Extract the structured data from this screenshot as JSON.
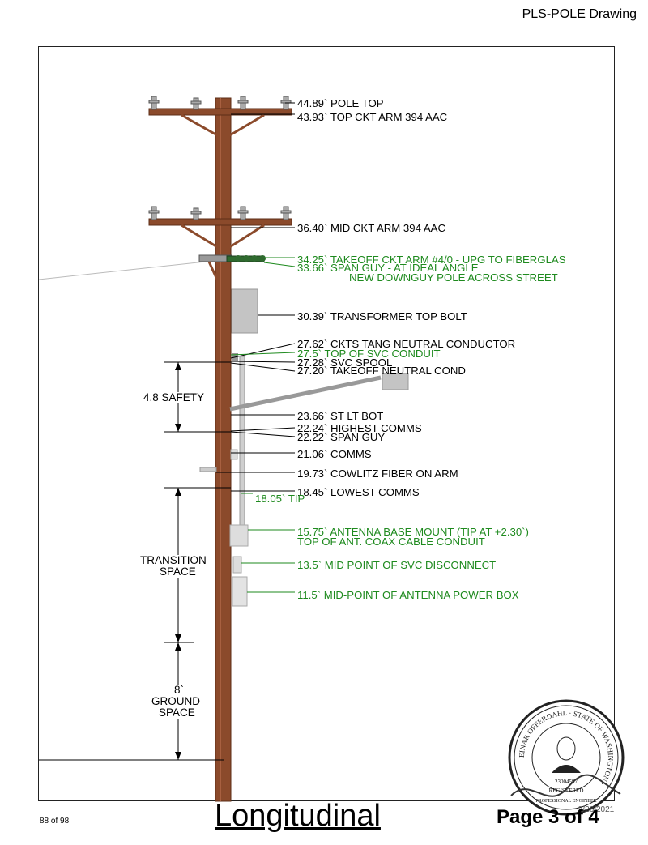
{
  "header": {
    "title": "PLS-POLE Drawing"
  },
  "labels": [
    {
      "id": "pole-top",
      "color": "black",
      "text": "44.89` POLE TOP"
    },
    {
      "id": "top-ckt-arm",
      "color": "black",
      "text": "43.93` TOP CKT ARM 394 AAC"
    },
    {
      "id": "mid-ckt-arm",
      "color": "black",
      "text": "36.40` MID CKT ARM 394 AAC"
    },
    {
      "id": "takeoff-ckt-arm",
      "color": "green",
      "text": "34.25` TAKEOFF CKT ARM #4/0 - UPG TO FIBERGLAS"
    },
    {
      "id": "span-guy-ideal",
      "color": "green",
      "text": "33.66` SPAN GUY - AT IDEAL ANGLE"
    },
    {
      "id": "new-downguy",
      "color": "green",
      "text": "NEW DOWNGUY POLE ACROSS STREET"
    },
    {
      "id": "transformer-top",
      "color": "black",
      "text": "30.39` TRANSFORMER TOP BOLT"
    },
    {
      "id": "ckts-tang",
      "color": "black",
      "text": "27.62` CKTS TANG NEUTRAL CONDUCTOR"
    },
    {
      "id": "svc-conduit-top",
      "color": "green",
      "text": "27.5` TOP OF SVC CONDUIT"
    },
    {
      "id": "svc-spool",
      "color": "black",
      "text": "27.28` SVC SPOOL"
    },
    {
      "id": "takeoff-neutral",
      "color": "black",
      "text": "27.20` TAKEOFF NEUTRAL COND"
    },
    {
      "id": "st-lt-bot",
      "color": "black",
      "text": "23.66` ST LT BOT"
    },
    {
      "id": "highest-comms",
      "color": "black",
      "text": "22.24` HIGHEST COMMS"
    },
    {
      "id": "span-guy",
      "color": "black",
      "text": "22.22` SPAN GUY"
    },
    {
      "id": "comms",
      "color": "black",
      "text": "21.06` COMMS"
    },
    {
      "id": "cowlitz-fiber",
      "color": "black",
      "text": "19.73` COWLITZ FIBER ON ARM"
    },
    {
      "id": "lowest-comms",
      "color": "black",
      "text": "18.45` LOWEST COMMS"
    },
    {
      "id": "tip",
      "color": "green",
      "text": "18.05` TIP"
    },
    {
      "id": "antenna-base",
      "color": "green",
      "text": "15.75` ANTENNA BASE MOUNT (TIP AT +2.30`)"
    },
    {
      "id": "ant-coax",
      "color": "green",
      "text": "TOP OF ANT. COAX CABLE CONDUIT"
    },
    {
      "id": "svc-disconnect",
      "color": "green",
      "text": "13.5` MID POINT OF SVC DISCONNECT"
    },
    {
      "id": "antenna-power",
      "color": "green",
      "text": "11.5` MID-POINT OF ANTENNA POWER BOX"
    }
  ],
  "dimensions": {
    "safety": "4.8 SAFETY",
    "transition_1": "TRANSITION",
    "transition_2": "SPACE",
    "ground_1": "8`",
    "ground_2": "GROUND",
    "ground_3": "SPACE"
  },
  "footer": {
    "page_count": "88 of 98",
    "view_title": "Longitudinal",
    "page": "Page 3 of 4"
  },
  "seal": {
    "ring_text": "EINAR OFFERDAHL · STATE OF WASHINGTON ·",
    "number": "23004597",
    "registered": "REGISTERED",
    "professional": "PROFESSIONAL ENGINEER",
    "date": "3/26/2021"
  },
  "colors": {
    "pole": "#8b4a2b",
    "pole_dark": "#5e2e17",
    "green": "#1e8a1e",
    "equipment": "#c4c4c4"
  }
}
